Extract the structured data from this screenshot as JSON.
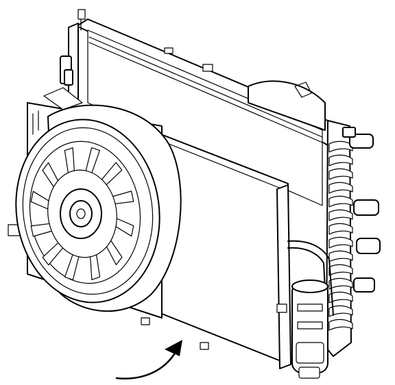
{
  "figure": {
    "components": [
      "radiator",
      "condenser",
      "cooling-fan-shroud",
      "cooling-fan",
      "transmission-oil-cooler",
      "receiver-dehydrator"
    ],
    "arrow_direction": "clockwise-upward",
    "colors": {
      "line": "#000000",
      "background": "#ffffff"
    }
  }
}
